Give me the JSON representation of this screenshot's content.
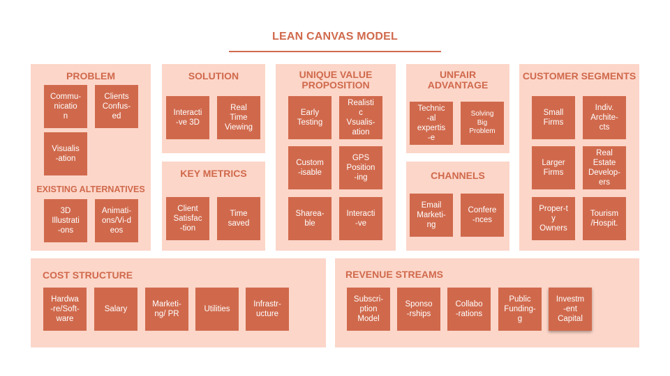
{
  "title": "LEAN CANVAS MODEL",
  "problem": {
    "title": "PROBLEM",
    "items": [
      "Commu-\nnicatio\nn",
      "Clients\nConfus-\ned",
      "Visualis\n-ation"
    ]
  },
  "existing_alternatives": {
    "title": "EXISTING ALTERNATIVES",
    "items": [
      "3D\nIllustrati\n-ons",
      "Animati-\nons/Vi-d\neos"
    ]
  },
  "solution": {
    "title": "SOLUTION",
    "items": [
      "Interacti\n-ve 3D",
      "Real\nTime\nViewing"
    ]
  },
  "key_metrics": {
    "title": "KEY METRICS",
    "items": [
      "Client\nSatisfac\n-tion",
      "Time\nsaved"
    ]
  },
  "uvp": {
    "title": "UNIQUE VALUE\nPROPOSITION",
    "items": [
      "Early\nTesting",
      "Realisti\nc\nVsualis-\nation",
      "Custom\n-isable",
      "GPS\nPosition\n-ing",
      "Sharea-\nble",
      "Interacti\n-ve"
    ]
  },
  "unfair_advantage": {
    "title": "UNFAIR\nADVANTAGE",
    "items": [
      "Technic\n-al\nexpertis\n-e",
      "Solving\nBig\nProblem"
    ]
  },
  "channels": {
    "title": "CHANNELS",
    "items": [
      "Email\nMarketi-\nng",
      "Confere\n-nces"
    ]
  },
  "customer_segments": {
    "title": "CUSTOMER SEGMENTS",
    "items": [
      "Small\nFirms",
      "Indiv.\nArchite-\ncts",
      "Larger\nFirms",
      "Real\nEstate\nDevelop-\ners",
      "Proper-t\ny\nOwners",
      "Tourism\n/Hospit."
    ]
  },
  "cost_structure": {
    "title": "COST STRUCTURE",
    "items": [
      "Hardwa\n-re/Soft-\nware",
      "Salary",
      "Marketi-\nng/ PR",
      "Utilities",
      "Infrastr-\nucture"
    ]
  },
  "revenue_streams": {
    "title": "REVENUE STREAMS",
    "items": [
      "Subscri-\nption\nModel",
      "Sponso\n-rships",
      "Collabo\n-rations",
      "Public\nFunding-\ng",
      "Investm\n-ent\nCapital"
    ]
  },
  "colors": {
    "panel": "#fcd6c9",
    "card": "#d0694c",
    "title": "#d0694c",
    "card_text": "#ffffff"
  }
}
